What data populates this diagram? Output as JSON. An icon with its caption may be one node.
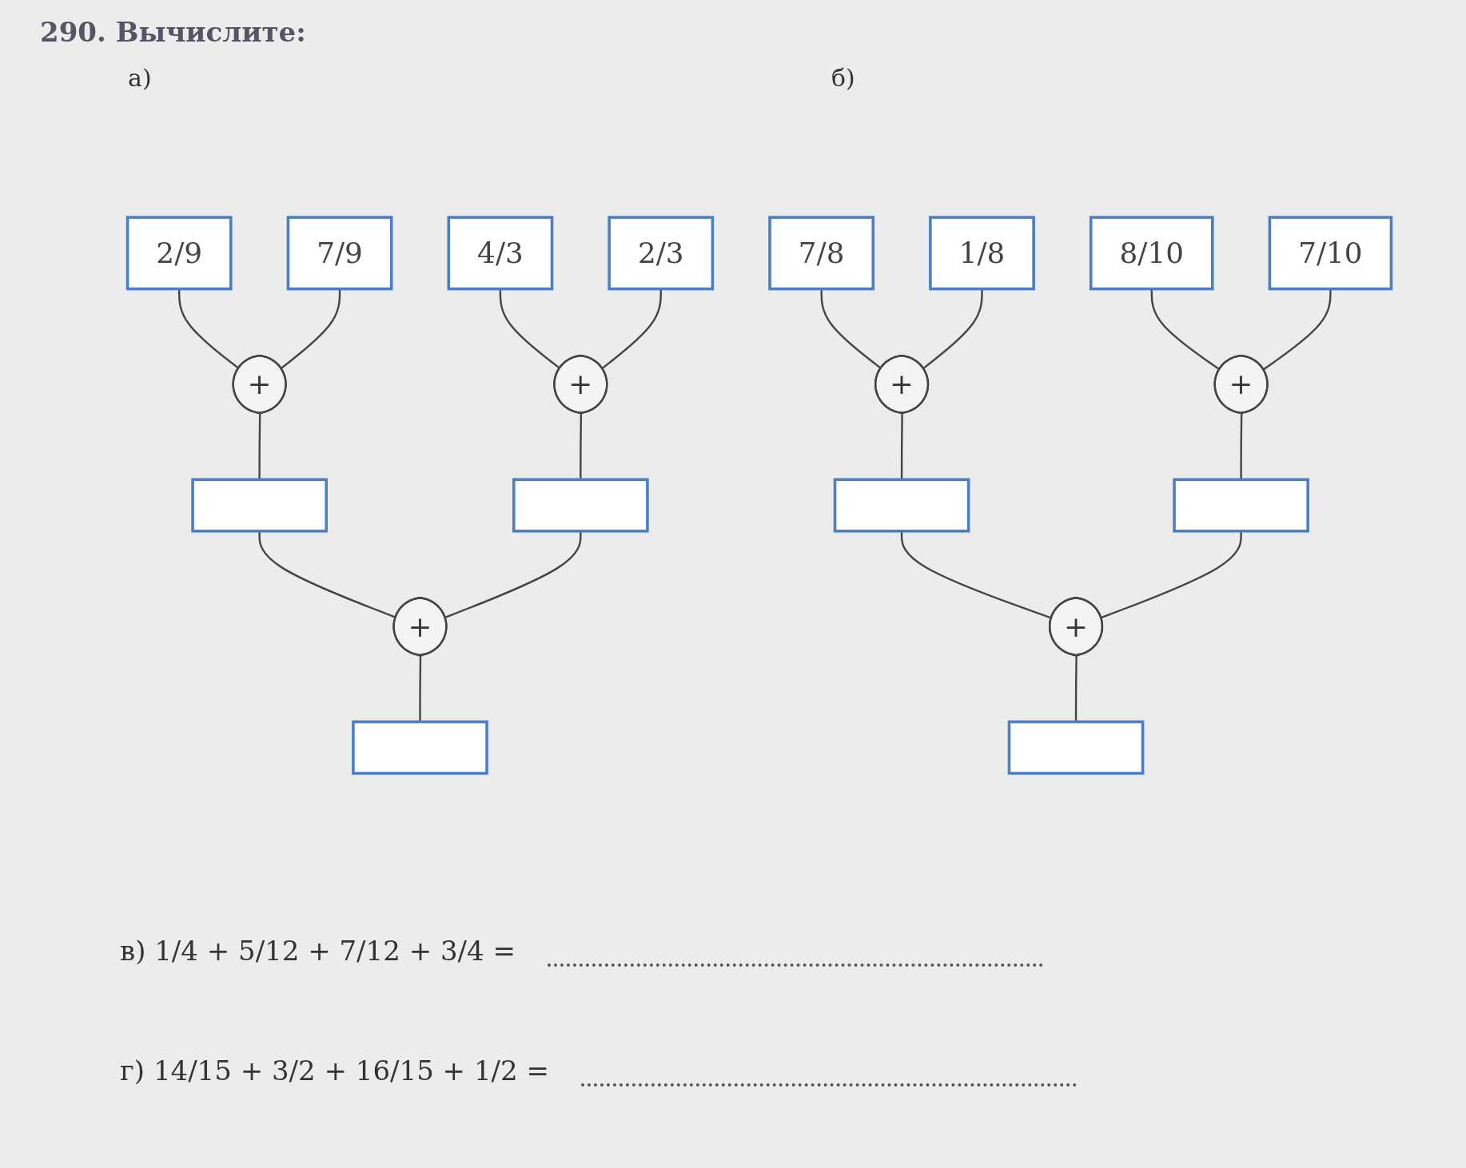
{
  "diagram": {
    "title": "290. Вычислите:",
    "nodes": [
      {
        "text": [
          "2/9"
        ]
      },
      {
        "text": [
          "7/9"
        ]
      },
      {
        "text": [
          "4/3"
        ]
      },
      {
        "text": [
          "2/3"
        ]
      },
      {
        "text": [
          "7/8"
        ]
      },
      {
        "text": [
          "1/8"
        ]
      },
      {
        "text": [
          "8/10"
        ]
      },
      {
        "text": [
          "7/10"
        ]
      },
      {
        "text": [
          "+"
        ]
      },
      {
        "text": [
          "+"
        ]
      },
      {
        "text": [
          "+"
        ]
      },
      {
        "text": [
          "+"
        ]
      },
      {
        "text": [],
        "shape": "box"
      },
      {
        "text": [],
        "shape": "box"
      },
      {
        "text": [],
        "shape": "box"
      },
      {
        "text": [],
        "shape": "box"
      },
      {
        "text": [
          "+"
        ]
      },
      {
        "text": [
          "+"
        ]
      },
      {
        "text": [],
        "shape": "box"
      },
      {
        "text": [],
        "shape": "box"
      }
    ],
    "edges": [
      {
        "from": 0,
        "to": 8,
        "arrow": "none"
      },
      {
        "from": 1,
        "to": 8,
        "arrow": "none"
      },
      {
        "from": 2,
        "to": 9,
        "arrow": "none"
      },
      {
        "from": 3,
        "to": 9,
        "arrow": "none"
      },
      {
        "from": 4,
        "to": 10,
        "arrow": "none"
      },
      {
        "from": 5,
        "to": 10,
        "arrow": "none"
      },
      {
        "from": 6,
        "to": 11,
        "arrow": "none"
      },
      {
        "from": 7,
        "to": 11,
        "arrow": "none"
      },
      {
        "from": 8,
        "to": 12,
        "arrow": "none"
      },
      {
        "from": 9,
        "to": 13,
        "arrow": "none"
      },
      {
        "from": 10,
        "to": 14,
        "arrow": "none"
      },
      {
        "from": 11,
        "to": 15,
        "arrow": "none"
      },
      {
        "from": 12,
        "to": 16,
        "arrow": "none"
      },
      {
        "from": 13,
        "to": 16,
        "arrow": "none"
      },
      {
        "from": 14,
        "to": 17,
        "arrow": "none"
      },
      {
        "from": 15,
        "to": 17,
        "arrow": "none"
      },
      {
        "from": 16,
        "to": 18,
        "arrow": "none"
      },
      {
        "from": 17,
        "to": 19,
        "arrow": "none"
      }
    ],
    "labels": [
      "а)",
      "б)",
      "в) 1/4 + 5/12 + 7/12 + 3/4 =",
      "г) 14/15 + 3/2 + 16/15 + 1/2 ="
    ]
  }
}
